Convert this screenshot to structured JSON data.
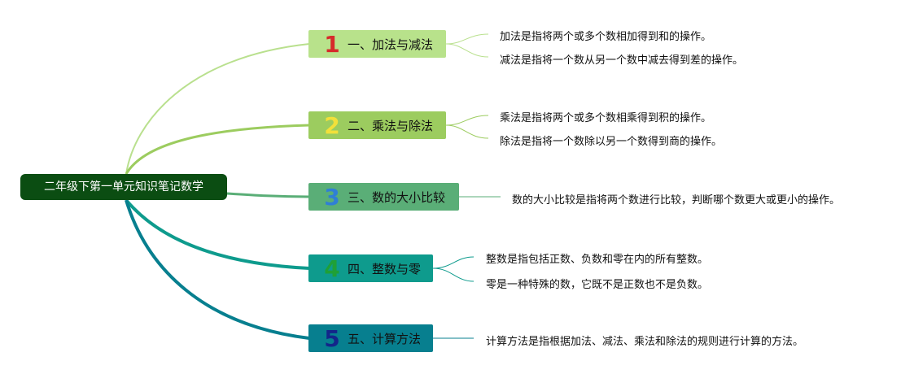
{
  "root": {
    "title": "二年级下第一单元知识笔记数学"
  },
  "topics": [
    {
      "num": "1",
      "label": "一、加法与减法",
      "box_color": "#b8e28b",
      "num_color": "#d62b2b",
      "line_color": "#b9e08e",
      "details": [
        "加法是指将两个或多个数相加得到和的操作。",
        "减法是指将一个数从另一个数中减去得到差的操作。"
      ]
    },
    {
      "num": "2",
      "label": "二、乘法与除法",
      "box_color": "#9ccc5f",
      "num_color": "#f2e03a",
      "line_color": "#9ccc5f",
      "details": [
        "乘法是指将两个或多个数相乘得到积的操作。",
        "除法是指将一个数除以另一个数得到商的操作。"
      ]
    },
    {
      "num": "3",
      "label": "三、数的大小比较",
      "box_color": "#5aae77",
      "num_color": "#2f7fd6",
      "line_color": "#5aae77",
      "details": [
        "数的大小比较是指将两个数进行比较，判断哪个数更大或更小的操作。"
      ]
    },
    {
      "num": "4",
      "label": "四、整数与零",
      "box_color": "#0e9b8d",
      "num_color": "#1fa037",
      "line_color": "#0e9b8d",
      "details": [
        "整数是指包括正数、负数和零在内的所有整数。",
        "零是一种特殊的数，它既不是正数也不是负数。"
      ]
    },
    {
      "num": "5",
      "label": "五、计算方法",
      "box_color": "#077f8f",
      "num_color": "#13268a",
      "line_color": "#077f8f",
      "details": [
        "计算方法是指根据加法、减法、乘法和除法的规则进行计算的方法。"
      ]
    }
  ]
}
